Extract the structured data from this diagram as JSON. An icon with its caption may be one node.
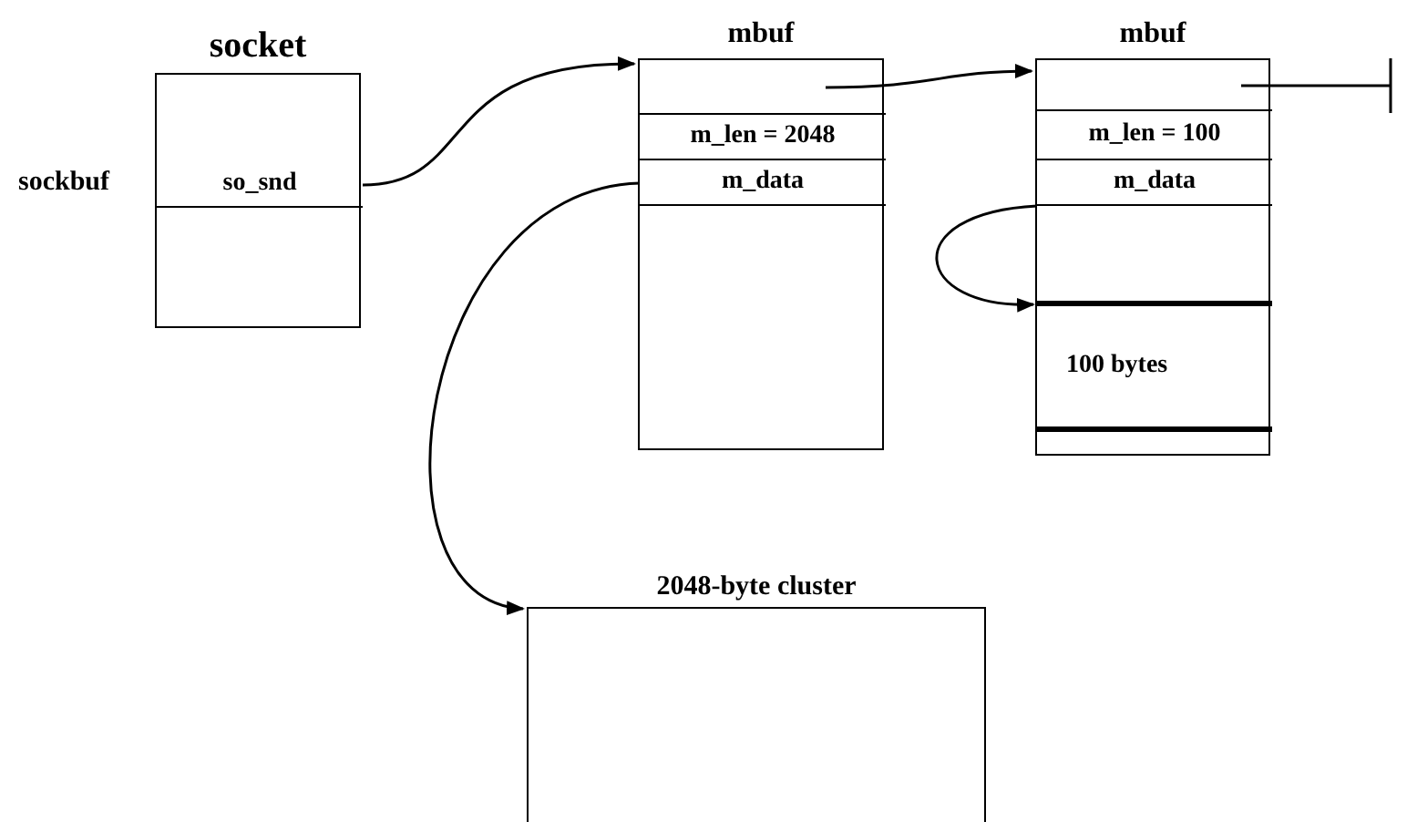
{
  "diagram": {
    "nodes": [
      {
        "text": [
          "socket"
        ]
      },
      {
        "text": [
          "so_snd"
        ],
        "in": 0,
        "beside": [
          "sockbuf"
        ]
      },
      {
        "text": [
          "mbuf"
        ]
      },
      {
        "text": [],
        "shape": "box",
        "in": 2
      },
      {
        "text": [
          "m_len = 2048"
        ],
        "in": 2
      },
      {
        "text": [
          "m_data"
        ],
        "in": 2
      },
      {
        "text": [
          "mbuf"
        ]
      },
      {
        "text": [],
        "shape": "box",
        "in": 6
      },
      {
        "text": [
          "m_len = 100"
        ],
        "in": 6
      },
      {
        "text": [
          "m_data"
        ],
        "in": 6
      },
      {
        "text": [
          "100 bytes"
        ],
        "in": 6
      },
      {
        "text": [
          "2048-byte cluster"
        ]
      }
    ],
    "edges": [
      {
        "from": 1,
        "to": 2,
        "arrow": "to"
      },
      {
        "from": 3,
        "to": 6,
        "arrow": "to"
      },
      {
        "from": 7,
        "to": null,
        "arrow": "other"
      },
      {
        "from": 5,
        "to": 11,
        "arrow": "to"
      },
      {
        "from": 9,
        "to": 10,
        "arrow": "to"
      }
    ]
  }
}
